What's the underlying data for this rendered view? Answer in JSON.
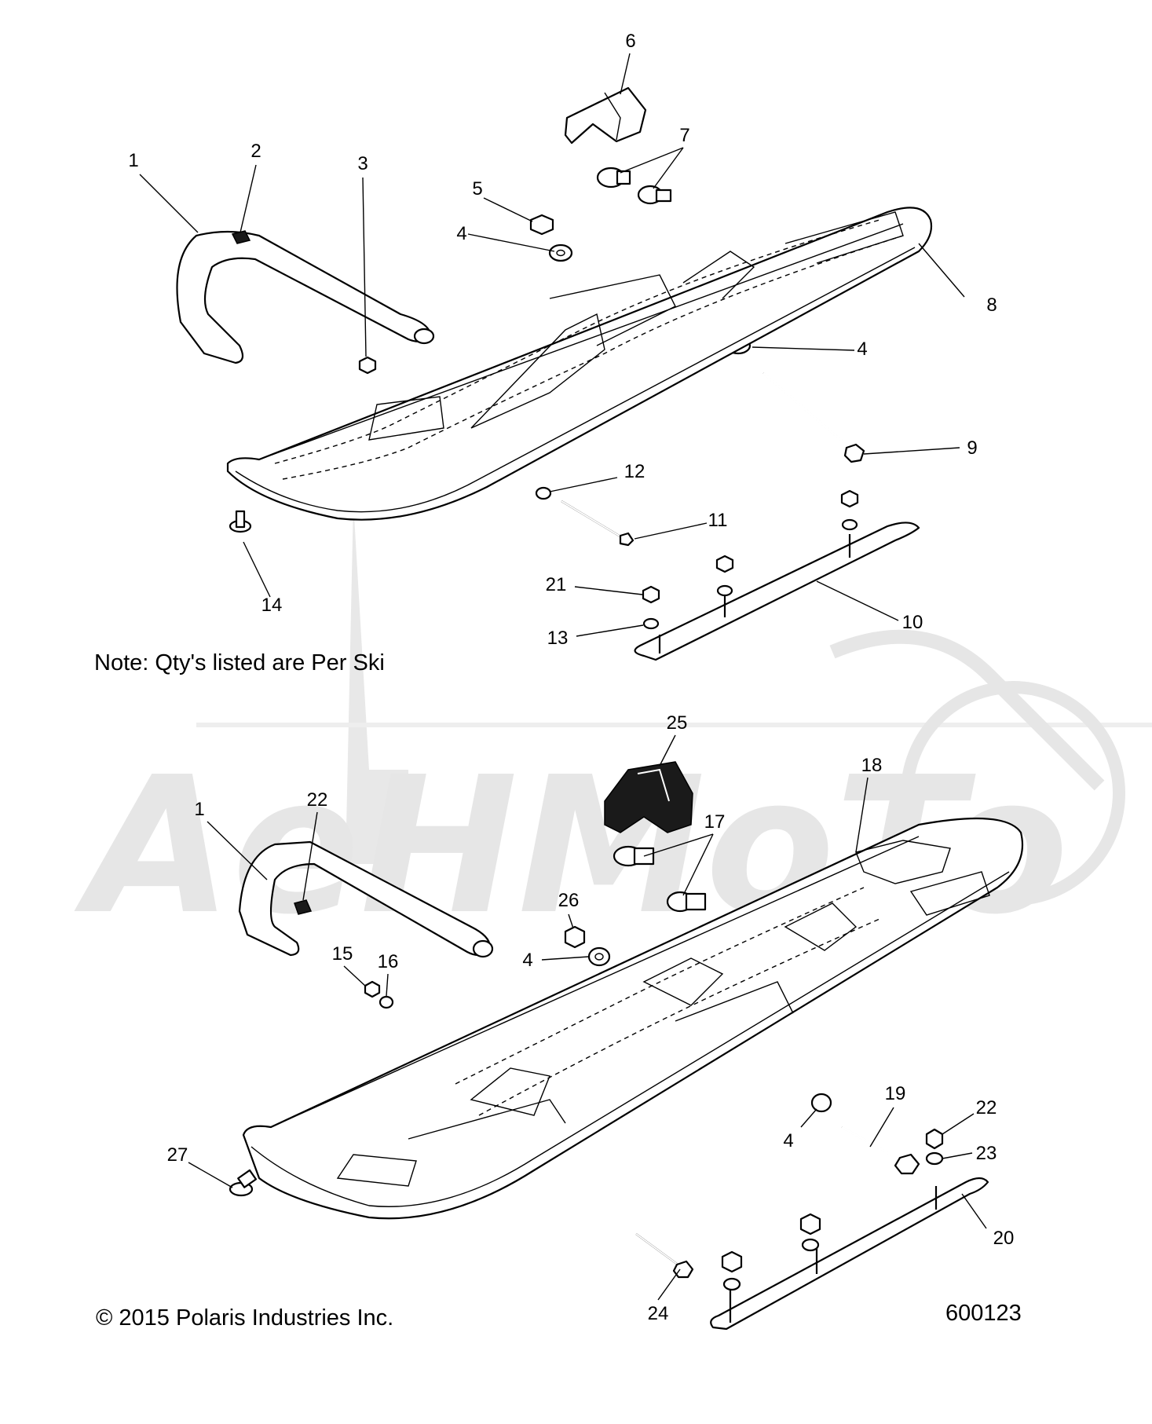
{
  "note": "Note: Qty's listed are Per Ski",
  "copyright": "© 2015 Polaris Industries Inc.",
  "figure_number": "600123",
  "watermark": "AeHMoTo",
  "callouts": [
    {
      "id": "c1a",
      "label": "1"
    },
    {
      "id": "c2",
      "label": "2"
    },
    {
      "id": "c3",
      "label": "3"
    },
    {
      "id": "c4a",
      "label": "4"
    },
    {
      "id": "c5",
      "label": "5"
    },
    {
      "id": "c6",
      "label": "6"
    },
    {
      "id": "c7",
      "label": "7"
    },
    {
      "id": "c8",
      "label": "8"
    },
    {
      "id": "c4b",
      "label": "4"
    },
    {
      "id": "c9",
      "label": "9"
    },
    {
      "id": "c12",
      "label": "12"
    },
    {
      "id": "c11",
      "label": "11"
    },
    {
      "id": "c14",
      "label": "14"
    },
    {
      "id": "c21",
      "label": "21"
    },
    {
      "id": "c13",
      "label": "13"
    },
    {
      "id": "c10",
      "label": "10"
    },
    {
      "id": "c25",
      "label": "25"
    },
    {
      "id": "c18",
      "label": "18"
    },
    {
      "id": "c1b",
      "label": "1"
    },
    {
      "id": "c22a",
      "label": "22"
    },
    {
      "id": "c17",
      "label": "17"
    },
    {
      "id": "c26",
      "label": "26"
    },
    {
      "id": "c4c",
      "label": "4"
    },
    {
      "id": "c15",
      "label": "15"
    },
    {
      "id": "c16",
      "label": "16"
    },
    {
      "id": "c19",
      "label": "19"
    },
    {
      "id": "c22b",
      "label": "22"
    },
    {
      "id": "c23",
      "label": "23"
    },
    {
      "id": "c27",
      "label": "27"
    },
    {
      "id": "c4d",
      "label": "4"
    },
    {
      "id": "c20",
      "label": "20"
    },
    {
      "id": "c24",
      "label": "24"
    }
  ]
}
